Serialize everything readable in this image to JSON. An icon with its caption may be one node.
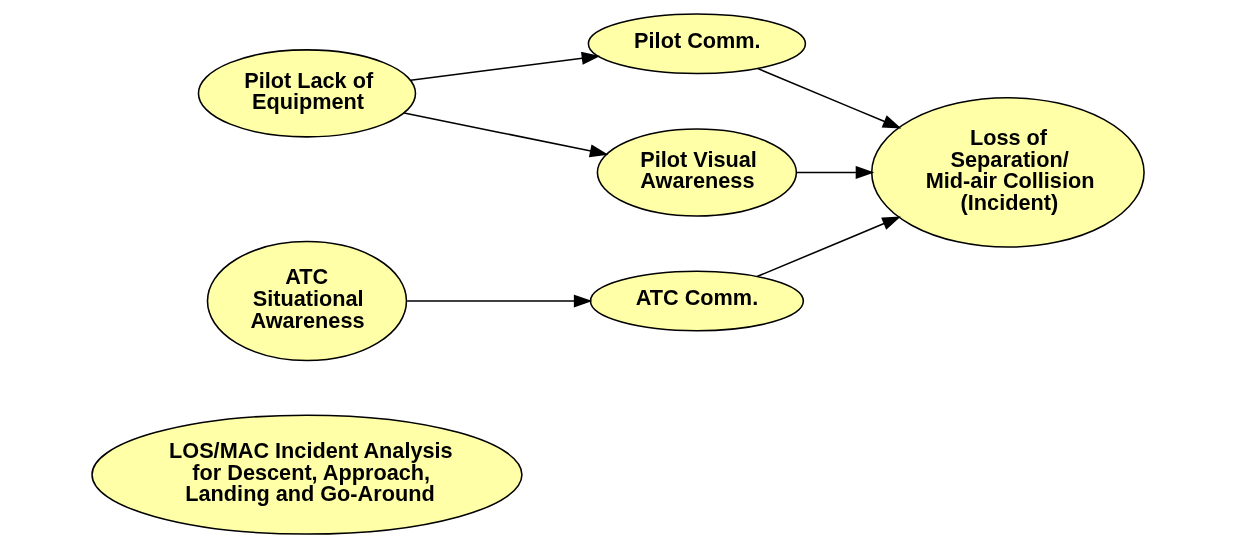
{
  "diagram": {
    "nodes": [
      {
        "text": [
          "LOS/MAC Incident Analysis for Descent, Approach, Landing and Go-Around"
        ]
      },
      {
        "text": [
          "Pilot Lack of Equipment"
        ]
      },
      {
        "text": [
          "Pilot Comm."
        ]
      },
      {
        "text": [
          "Pilot Visual Awareness"
        ]
      },
      {
        "text": [
          "Loss of Separation/ Mid-air Collision (Incident)"
        ]
      },
      {
        "text": [
          "ATC Situational Awareness"
        ]
      },
      {
        "text": [
          "ATC Comm."
        ]
      }
    ],
    "edges": [
      {
        "from": 1,
        "to": 2,
        "arrow": "to"
      },
      {
        "from": 1,
        "to": 3,
        "arrow": "to"
      },
      {
        "from": 2,
        "to": 4,
        "arrow": "to"
      },
      {
        "from": 3,
        "to": 4,
        "arrow": "to"
      },
      {
        "from": 5,
        "to": 6,
        "arrow": "to"
      },
      {
        "from": 6,
        "to": 4,
        "arrow": "to"
      }
    ]
  }
}
